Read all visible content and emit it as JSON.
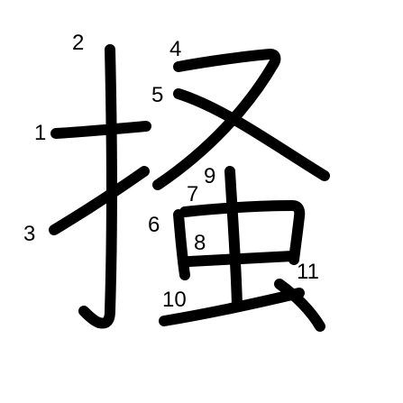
{
  "character": {
    "glyph": "搔",
    "color": "#000000",
    "stroke_numbers": [
      "1",
      "2",
      "3",
      "4",
      "5",
      "6",
      "7",
      "8",
      "9",
      "10",
      "11"
    ]
  }
}
